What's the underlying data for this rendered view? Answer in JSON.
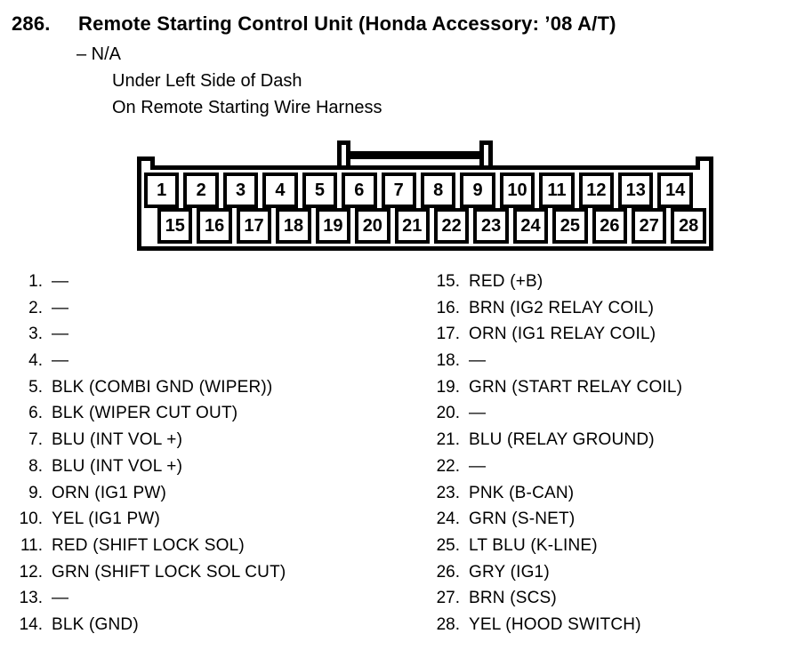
{
  "header": {
    "number": "286.",
    "title": "Remote Starting Control Unit (Honda Accessory: ’08 A/T)",
    "subtitle": "– N/A",
    "location_lines": [
      "Under Left Side of Dash",
      "On Remote Starting Wire Harness"
    ]
  },
  "connector": {
    "top_row_pins": [
      "1",
      "2",
      "3",
      "4",
      "5",
      "6",
      "7",
      "8",
      "9",
      "10",
      "11",
      "12",
      "13",
      "14"
    ],
    "bottom_row_pins": [
      "15",
      "16",
      "17",
      "18",
      "19",
      "20",
      "21",
      "22",
      "23",
      "24",
      "25",
      "26",
      "27",
      "28"
    ]
  },
  "pin_list": {
    "left": [
      {
        "num": "1.",
        "desc": "—"
      },
      {
        "num": "2.",
        "desc": "—"
      },
      {
        "num": "3.",
        "desc": "—"
      },
      {
        "num": "4.",
        "desc": "—"
      },
      {
        "num": "5.",
        "desc": "BLK (COMBI GND (WIPER))"
      },
      {
        "num": "6.",
        "desc": "BLK (WIPER CUT OUT)"
      },
      {
        "num": "7.",
        "desc": "BLU (INT VOL +)"
      },
      {
        "num": "8.",
        "desc": "BLU (INT VOL +)"
      },
      {
        "num": "9.",
        "desc": "ORN (IG1 PW)"
      },
      {
        "num": "10.",
        "desc": "YEL (IG1 PW)"
      },
      {
        "num": "11.",
        "desc": "RED (SHIFT LOCK SOL)"
      },
      {
        "num": "12.",
        "desc": "GRN (SHIFT LOCK SOL CUT)"
      },
      {
        "num": "13.",
        "desc": "—"
      },
      {
        "num": "14.",
        "desc": "BLK (GND)"
      }
    ],
    "right": [
      {
        "num": "15.",
        "desc": "RED (+B)"
      },
      {
        "num": "16.",
        "desc": "BRN (IG2 RELAY COIL)"
      },
      {
        "num": "17.",
        "desc": "ORN (IG1 RELAY COIL)"
      },
      {
        "num": "18.",
        "desc": "—"
      },
      {
        "num": "19.",
        "desc": "GRN (START RELAY COIL)"
      },
      {
        "num": "20.",
        "desc": "—"
      },
      {
        "num": "21.",
        "desc": "BLU (RELAY GROUND)"
      },
      {
        "num": "22.",
        "desc": "—"
      },
      {
        "num": "23.",
        "desc": "PNK (B-CAN)"
      },
      {
        "num": "24.",
        "desc": "GRN (S-NET)"
      },
      {
        "num": "25.",
        "desc": "LT BLU (K-LINE)"
      },
      {
        "num": "26.",
        "desc": "GRY (IG1)"
      },
      {
        "num": "27.",
        "desc": "BRN (SCS)"
      },
      {
        "num": "28.",
        "desc": "YEL (HOOD SWITCH)"
      }
    ]
  },
  "colors": {
    "ink": "#000000",
    "paper": "#ffffff"
  }
}
